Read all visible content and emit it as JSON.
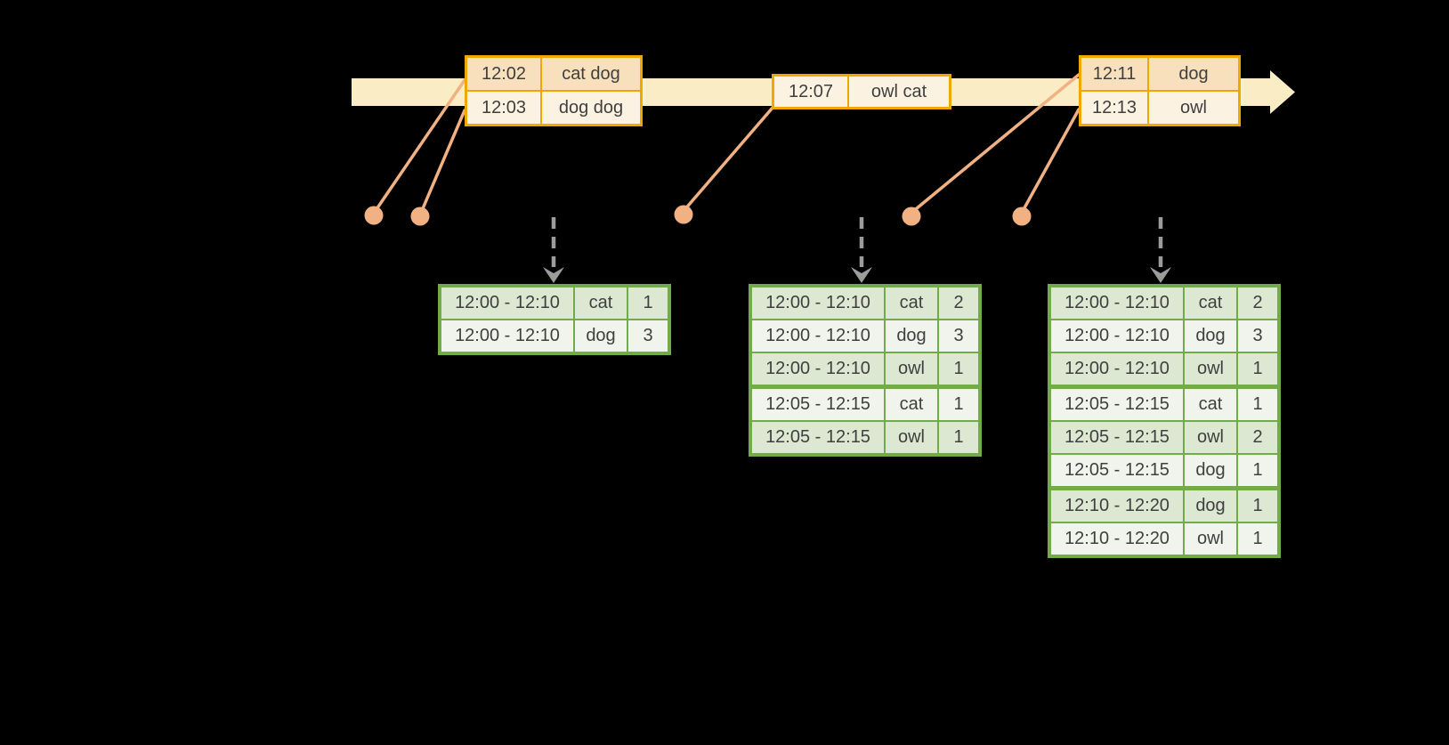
{
  "colors": {
    "background": "#000000",
    "timeline_band": "#FAEDC6",
    "event_box_border": "#F0A800",
    "event_row_dark": "#F8E0BD",
    "event_row_light": "#FCF2E2",
    "connector_salmon": "#F1B183",
    "table_border_green": "#72AC4A",
    "table_row_dark": "#DCE8D2",
    "table_row_light": "#F0F4EC",
    "trigger_arrow_gray": "#9C9C9C",
    "text": "#3F3F3F"
  },
  "timeline": {
    "event_batches": [
      {
        "rows": [
          {
            "time": "12:02",
            "words": "cat dog"
          },
          {
            "time": "12:03",
            "words": "dog dog"
          }
        ]
      },
      {
        "rows": [
          {
            "time": "12:07",
            "words": "owl cat"
          }
        ]
      },
      {
        "rows": [
          {
            "time": "12:11",
            "words": "dog"
          },
          {
            "time": "12:13",
            "words": "owl"
          }
        ]
      }
    ]
  },
  "result_tables": [
    {
      "rows": [
        {
          "window": "12:00 - 12:10",
          "word": "cat",
          "count": "1"
        },
        {
          "window": "12:00 - 12:10",
          "word": "dog",
          "count": "3"
        }
      ]
    },
    {
      "rows": [
        {
          "window": "12:00 - 12:10",
          "word": "cat",
          "count": "2"
        },
        {
          "window": "12:00 - 12:10",
          "word": "dog",
          "count": "3"
        },
        {
          "window": "12:00 - 12:10",
          "word": "owl",
          "count": "1"
        },
        {
          "window": "12:05 - 12:15",
          "word": "cat",
          "count": "1"
        },
        {
          "window": "12:05 - 12:15",
          "word": "owl",
          "count": "1"
        }
      ]
    },
    {
      "rows": [
        {
          "window": "12:00 - 12:10",
          "word": "cat",
          "count": "2"
        },
        {
          "window": "12:00 - 12:10",
          "word": "dog",
          "count": "3"
        },
        {
          "window": "12:00 - 12:10",
          "word": "owl",
          "count": "1"
        },
        {
          "window": "12:05 - 12:15",
          "word": "cat",
          "count": "1"
        },
        {
          "window": "12:05 - 12:15",
          "word": "owl",
          "count": "2"
        },
        {
          "window": "12:05 - 12:15",
          "word": "dog",
          "count": "1"
        },
        {
          "window": "12:10 - 12:20",
          "word": "dog",
          "count": "1"
        },
        {
          "window": "12:10 - 12:20",
          "word": "owl",
          "count": "1"
        }
      ]
    }
  ]
}
